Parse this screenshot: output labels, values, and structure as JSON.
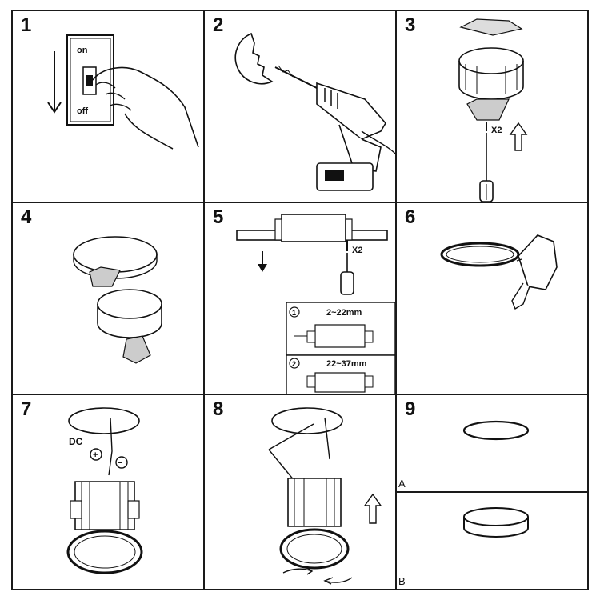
{
  "steps": [
    {
      "number": "1",
      "switch_on": "on",
      "switch_off": "off"
    },
    {
      "number": "2"
    },
    {
      "number": "3",
      "screw_count": "X2"
    },
    {
      "number": "4"
    },
    {
      "number": "5",
      "screw_count": "X2",
      "option1": {
        "badge": "1",
        "range": "2~22mm"
      },
      "option2": {
        "badge": "2",
        "range": "22~37mm"
      }
    },
    {
      "number": "6"
    },
    {
      "number": "7",
      "dc_label": "DC",
      "plus": "+",
      "minus": "−"
    },
    {
      "number": "8"
    },
    {
      "number": "9",
      "variant_a": "A",
      "variant_b": "B"
    }
  ]
}
